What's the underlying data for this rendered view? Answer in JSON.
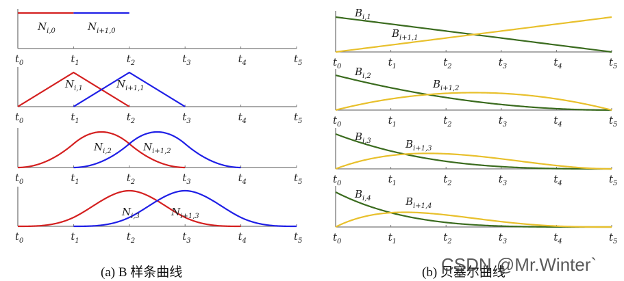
{
  "figure": {
    "panel_a": {
      "caption": "(a) B 样条曲线",
      "x_ticks": [
        "t0",
        "t1",
        "t2",
        "t3",
        "t4",
        "t5"
      ],
      "colors": {
        "basis_i": "#d42020",
        "basis_i_plus_1": "#1f1fe6"
      },
      "rows": [
        {
          "degree": 0,
          "labels": [
            {
              "base": "N",
              "sub": "i,0"
            },
            {
              "base": "N",
              "sub": "i+1,0"
            }
          ],
          "support_i": [
            "t0",
            "t1"
          ],
          "support_i_plus_1": [
            "t1",
            "t2"
          ]
        },
        {
          "degree": 1,
          "labels": [
            {
              "base": "N",
              "sub": "i,1"
            },
            {
              "base": "N",
              "sub": "i+1,1"
            }
          ],
          "support_i": [
            "t0",
            "t2"
          ],
          "support_i_plus_1": [
            "t1",
            "t3"
          ]
        },
        {
          "degree": 2,
          "labels": [
            {
              "base": "N",
              "sub": "i,2"
            },
            {
              "base": "N",
              "sub": "i+1,2"
            }
          ],
          "support_i": [
            "t0",
            "t3"
          ],
          "support_i_plus_1": [
            "t1",
            "t4"
          ]
        },
        {
          "degree": 3,
          "labels": [
            {
              "base": "N",
              "sub": "i,3"
            },
            {
              "base": "N",
              "sub": "i+1,3"
            }
          ],
          "support_i": [
            "t0",
            "t4"
          ],
          "support_i_plus_1": [
            "t1",
            "t5"
          ]
        }
      ]
    },
    "panel_b": {
      "caption": "(b) 贝塞尔曲线",
      "x_ticks": [
        "t0",
        "t1",
        "t2",
        "t3",
        "t4",
        "t5"
      ],
      "colors": {
        "basis_i": "#3a6b1e",
        "basis_i_plus_1": "#e8c02c"
      },
      "rows": [
        {
          "degree": 1,
          "labels": [
            {
              "base": "B",
              "sub": "i,1"
            },
            {
              "base": "B",
              "sub": "i+1,1"
            }
          ]
        },
        {
          "degree": 2,
          "labels": [
            {
              "base": "B",
              "sub": "i,2"
            },
            {
              "base": "B",
              "sub": "i+1,2"
            }
          ]
        },
        {
          "degree": 3,
          "labels": [
            {
              "base": "B",
              "sub": "i,3"
            },
            {
              "base": "B",
              "sub": "i+1,3"
            }
          ]
        },
        {
          "degree": 4,
          "labels": [
            {
              "base": "B",
              "sub": "i,4"
            },
            {
              "base": "B",
              "sub": "i+1,4"
            }
          ]
        }
      ]
    },
    "watermark": "CSDN @Mr.Winter`"
  }
}
